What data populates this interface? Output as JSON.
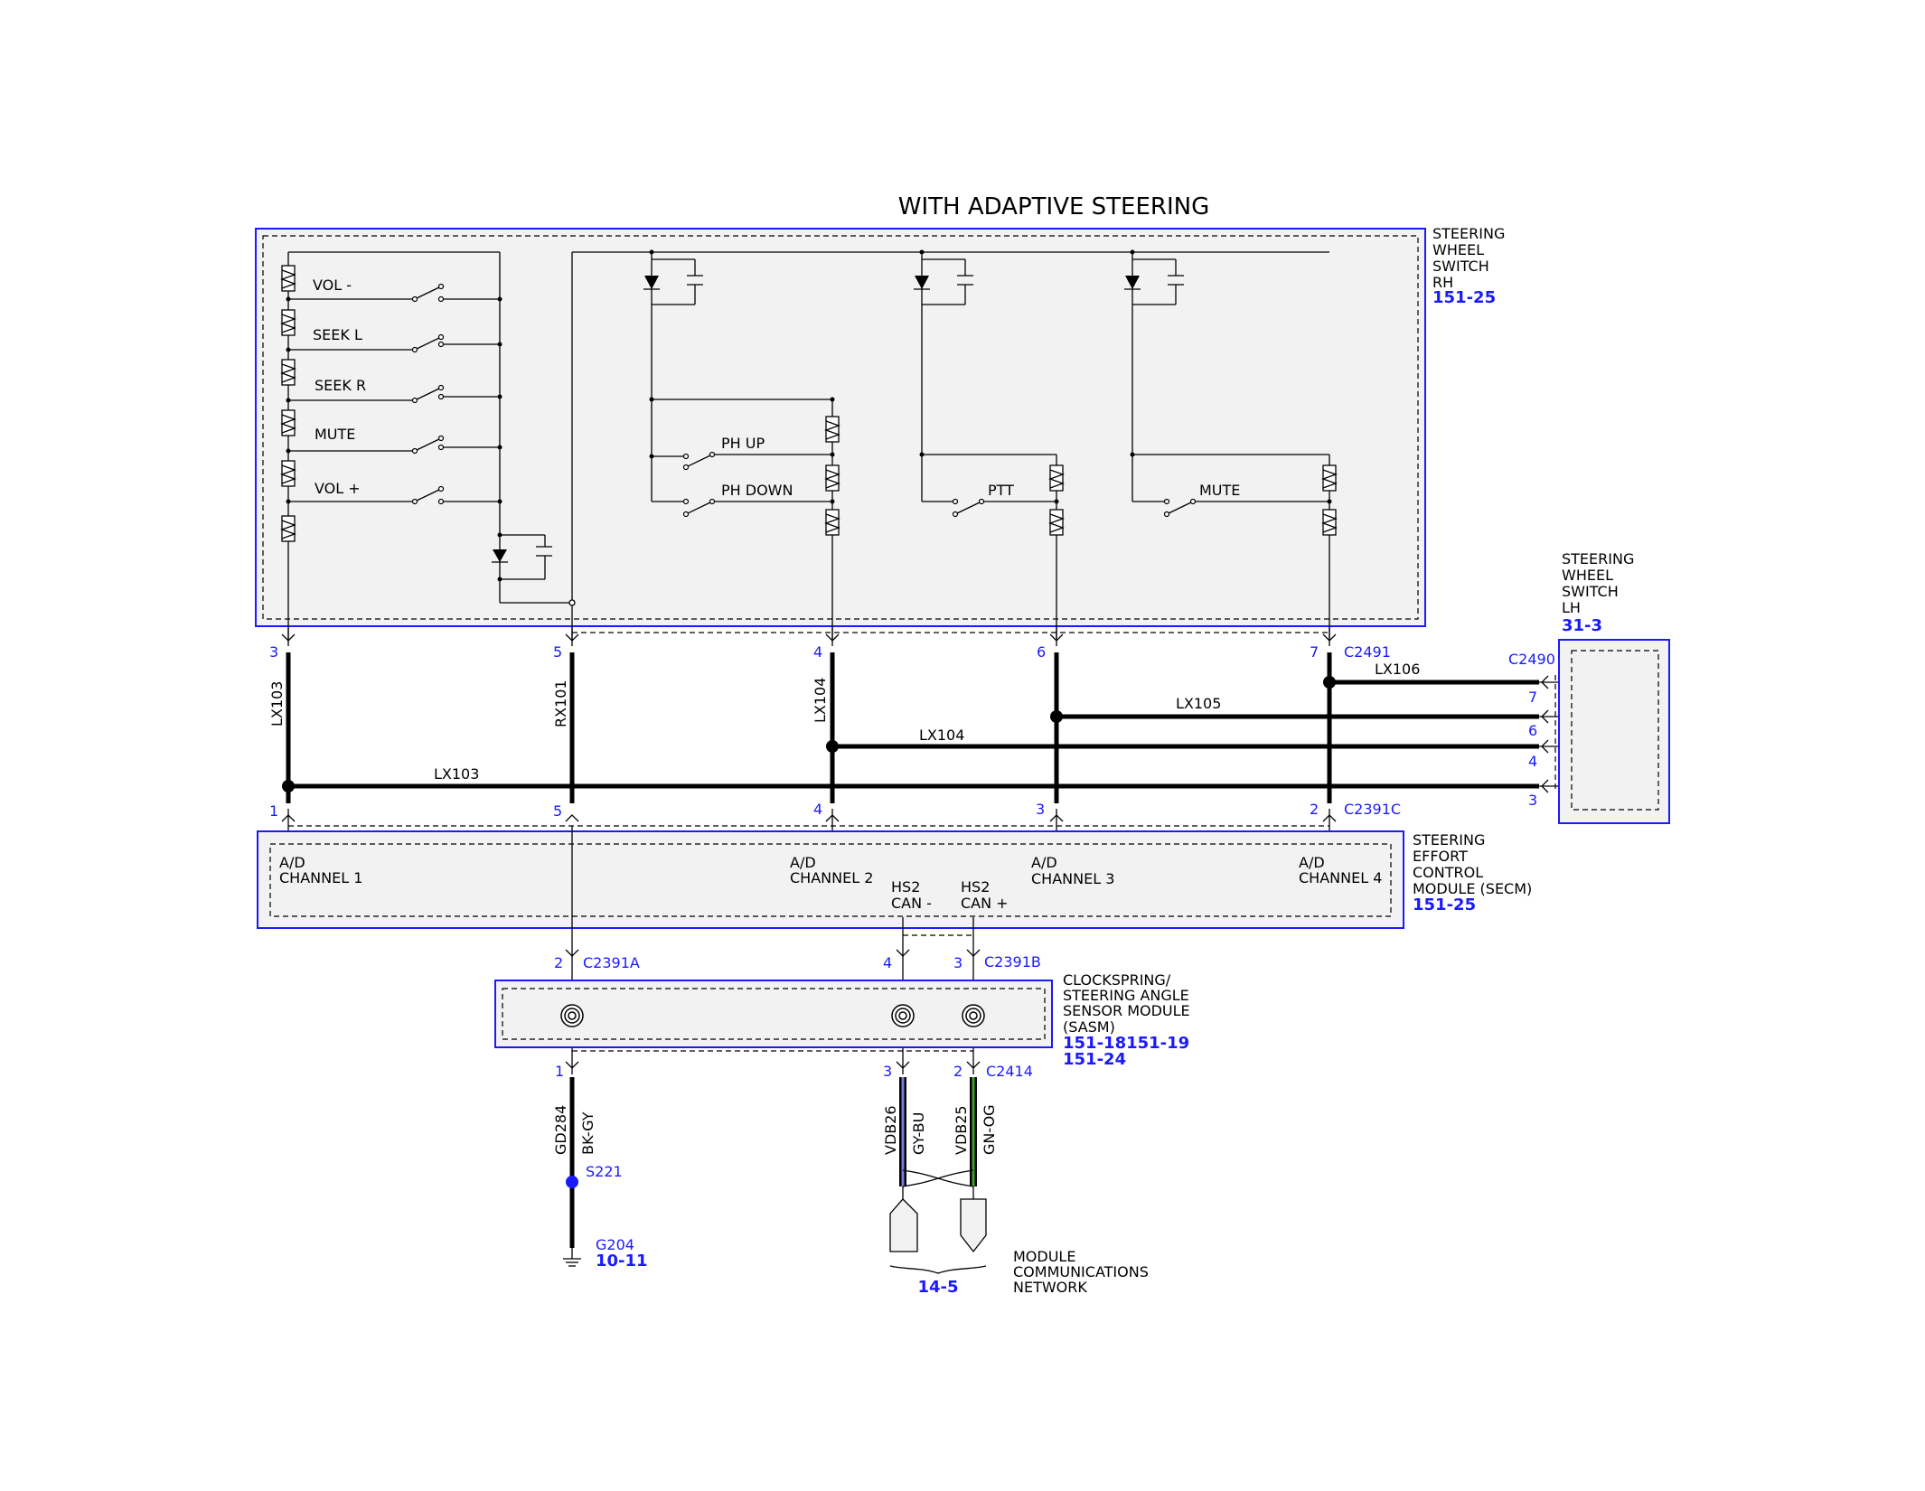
{
  "title": "WITH ADAPTIVE STEERING",
  "components": {
    "swsrh": {
      "lines": [
        "STEERING",
        "WHEEL",
        "SWITCH",
        "RH"
      ],
      "ref": "151-25"
    },
    "swslh": {
      "lines": [
        "STEERING",
        "WHEEL",
        "SWITCH",
        "LH"
      ],
      "ref": "31-3"
    },
    "secm": {
      "lines": [
        "STEERING",
        "EFFORT",
        "CONTROL",
        "MODULE (SECM)"
      ],
      "ref": "151-25"
    },
    "sasm": {
      "lines": [
        "CLOCKSPRING/",
        "STEERING ANGLE",
        "SENSOR MODULE",
        "(SASM)"
      ],
      "ref1": "151-18151-19",
      "ref2": "151-24"
    },
    "network": {
      "lines": [
        "MODULE",
        "COMMUNICATIONS",
        "NETWORK"
      ],
      "ref": "14-5"
    },
    "ground": {
      "id": "G204",
      "ref": "10-11"
    }
  },
  "switches": {
    "vol_minus": "VOL -",
    "seek_l": "SEEK L",
    "seek_r": "SEEK R",
    "mute": "MUTE",
    "vol_plus": "VOL +",
    "ph_up": "PH UP",
    "ph_down": "PH DOWN",
    "ptt": "PTT",
    "mute2": "MUTE"
  },
  "secm_channels": {
    "ch1": [
      "A/D",
      "CHANNEL 1"
    ],
    "ch2": [
      "A/D",
      "CHANNEL 2"
    ],
    "ch3": [
      "A/D",
      "CHANNEL 3"
    ],
    "ch4": [
      "A/D",
      "CHANNEL 4"
    ],
    "can_minus": [
      "HS2",
      "CAN -"
    ],
    "can_plus": [
      "HS2",
      "CAN +"
    ]
  },
  "connectors": {
    "c2491": "C2491",
    "c2490": "C2490",
    "c2391c": "C2391C",
    "c2391a": "C2391A",
    "c2391b": "C2391B",
    "c2414": "C2414",
    "s221": "S221"
  },
  "pins": {
    "top": [
      "3",
      "5",
      "4",
      "6",
      "7"
    ],
    "lh": [
      "7",
      "6",
      "4",
      "3"
    ],
    "secm": [
      "1",
      "5",
      "4",
      "3",
      "2"
    ],
    "c2391a": "2",
    "c2391b_minus": "4",
    "c2391b_plus": "3",
    "c2414": [
      "1",
      "3",
      "2"
    ]
  },
  "circuits": {
    "lx103": "LX103",
    "rx101": "RX101",
    "lx104": "LX104",
    "lx105": "LX105",
    "lx106": "LX106",
    "gd284": "GD284",
    "bk_gy": "BK-GY",
    "vdb26": "VDB26",
    "gy_bu": "GY-BU",
    "vdb25": "VDB25",
    "gn_og": "GN-OG"
  },
  "colors": {
    "component_border": "#1a1aff",
    "reference": "#1a1aff",
    "wire": "#000000",
    "gy_bu_stripe": "#7a7ad8",
    "gn_og_stripe": "#3fa12a",
    "splice": "#1a1aff"
  }
}
